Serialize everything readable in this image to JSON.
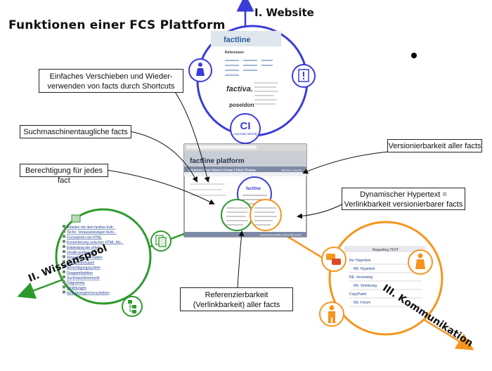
{
  "title": "Funktionen einer FCS Plattform",
  "axes": {
    "website": "I. Website",
    "wissenspool": "II. Wissenspool",
    "kommunikation": "III. Kommunikation"
  },
  "callouts": {
    "shortcuts": "Einfaches Verschieben und Wieder-verwenden von facts durch Shortcuts",
    "suchmaschine": "Suchmaschinentaugliche facts",
    "berechtigung": "Berechtigung für jedes fact",
    "versionierbarkeit": "Versionierbarkeit aller facts",
    "hypertext": "Dynamischer Hypertext = Verlinkbarkeit versionierbarer facts",
    "referenzierbarkeit": "Referenzierbarkeit (Verlinkbarkeit) aller facts"
  },
  "website_circle": {
    "logo": "factline",
    "referenzen": "Referenzen",
    "brands": [
      "factiva.",
      "poseidon"
    ],
    "ci_label": "CI",
    "ci_sub": "corporate identity"
  },
  "center_screen": {
    "logo": "factline platform",
    "nav": "Structure | fact Views | Forum | Chat | Events",
    "right_nav": "Sitemap | Suche",
    "footer": "powered by factline community server"
  },
  "wissenspool_circle": {
    "rows": [
      "Arbeiten mit dem factline-Edit...",
      "Techn. Voraussetzungen facts...",
      "Formatieren mit HTML",
      "Konvertierung zwischen HTML-Mo...",
      "Einbindung der xHelp",
      "Inhalte publizieren",
      "Verwalten von Inhalten",
      "Eingabeformulare",
      "Berechtigungssystem",
      "Gruppenfunktion",
      "Suchmaschinenrecht",
      "Diagramme",
      "Umleitungen",
      "facts bewegen/verschieben"
    ]
  },
  "kommunikation_circle": {
    "header": "Regarding TEXT",
    "rows": [
      "Re: Hypertext",
      "RE: Hyperlink",
      "RE: Versioning",
      "RE: Verlinkung",
      "CopyPaste",
      "RE: Forum"
    ]
  },
  "colors": {
    "website": "#3b3bd9",
    "wissenspool": "#2e9a2e",
    "kommunikation": "#f7941d"
  }
}
